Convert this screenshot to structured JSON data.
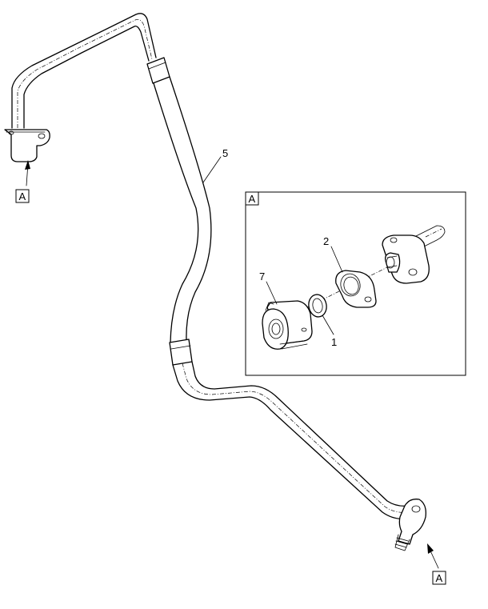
{
  "callouts": {
    "hose_line": "5",
    "gasket": "2",
    "fitting": "7",
    "o_ring": "1"
  },
  "view_markers": {
    "top_left": "A",
    "bottom_right": "A",
    "detail_view": "A"
  }
}
